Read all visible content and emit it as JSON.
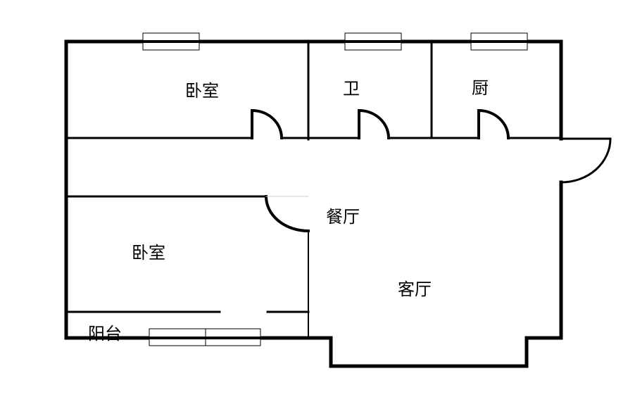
{
  "rooms": {
    "bedroom_top": "卧室",
    "bathroom": "卫",
    "kitchen": "厨",
    "dining": "餐厅",
    "bedroom_bottom": "卧室",
    "living": "客厅",
    "balcony": "阳台"
  },
  "colors": {
    "wall": "#000000",
    "background": "#ffffff"
  }
}
